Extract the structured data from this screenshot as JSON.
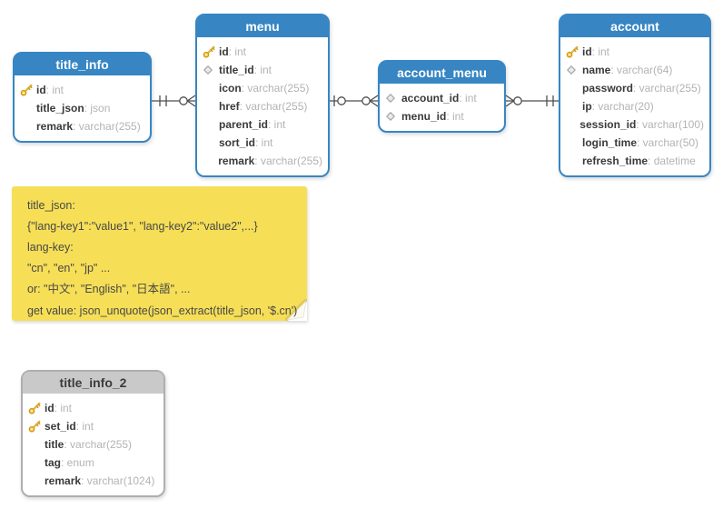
{
  "app": {
    "view": "er-diagram-canvas"
  },
  "colors": {
    "entity_header_blue": "#3786c3",
    "entity_header_gray": "#c9c9c9",
    "note_yellow": "#f6df57",
    "key_icon_gold": "#f7cb4a",
    "relationship_line": "#4d4d4d"
  },
  "tables": [
    {
      "id": "title_info",
      "name": "title_info",
      "style": "blue",
      "fields": [
        {
          "icon": "key-icon",
          "name": "id",
          "type": "int"
        },
        {
          "icon": "",
          "name": "title_json",
          "type": "json"
        },
        {
          "icon": "",
          "name": "remark",
          "type": "varchar(255)"
        }
      ]
    },
    {
      "id": "menu",
      "name": "menu",
      "style": "blue",
      "fields": [
        {
          "icon": "key-icon",
          "name": "id",
          "type": "int"
        },
        {
          "icon": "diamond-icon",
          "name": "title_id",
          "type": "int"
        },
        {
          "icon": "",
          "name": "icon",
          "type": "varchar(255)"
        },
        {
          "icon": "",
          "name": "href",
          "type": "varchar(255)"
        },
        {
          "icon": "",
          "name": "parent_id",
          "type": "int"
        },
        {
          "icon": "",
          "name": "sort_id",
          "type": "int"
        },
        {
          "icon": "",
          "name": "remark",
          "type": "varchar(255)"
        }
      ]
    },
    {
      "id": "account_menu",
      "name": "account_menu",
      "style": "blue",
      "fields": [
        {
          "icon": "diamond-icon",
          "name": "account_id",
          "type": "int"
        },
        {
          "icon": "diamond-icon",
          "name": "menu_id",
          "type": "int"
        }
      ]
    },
    {
      "id": "account",
      "name": "account",
      "style": "blue",
      "fields": [
        {
          "icon": "key-icon",
          "name": "id",
          "type": "int"
        },
        {
          "icon": "diamond-icon",
          "name": "name",
          "type": "varchar(64)"
        },
        {
          "icon": "",
          "name": "password",
          "type": "varchar(255)"
        },
        {
          "icon": "",
          "name": "ip",
          "type": "varchar(20)"
        },
        {
          "icon": "",
          "name": "session_id",
          "type": "varchar(100)"
        },
        {
          "icon": "",
          "name": "login_time",
          "type": "varchar(50)"
        },
        {
          "icon": "",
          "name": "refresh_time",
          "type": "datetime"
        }
      ]
    },
    {
      "id": "title_info_2",
      "name": "title_info_2",
      "style": "gray",
      "fields": [
        {
          "icon": "key-icon",
          "name": "id",
          "type": "int"
        },
        {
          "icon": "key-icon",
          "name": "set_id",
          "type": "int"
        },
        {
          "icon": "",
          "name": "title",
          "type": "varchar(255)"
        },
        {
          "icon": "",
          "name": "tag",
          "type": "enum"
        },
        {
          "icon": "",
          "name": "remark",
          "type": "varchar(1024)"
        }
      ]
    }
  ],
  "relationships": [
    {
      "from": "title_info",
      "to": "menu",
      "from_end": "one-and-only-one",
      "to_end": "zero-or-many"
    },
    {
      "from": "menu",
      "to": "account_menu",
      "from_end": "zero-or-one",
      "to_end": "zero-or-many"
    },
    {
      "from": "account_menu",
      "to": "account",
      "from_end": "zero-or-many",
      "to_end": "one-and-only-one"
    }
  ],
  "note": {
    "lines": [
      "title_json:",
      "{\"lang-key1\":\"value1\", \"lang-key2\":\"value2\",...}",
      "lang-key:",
      "\"cn\", \"en\", \"jp\" ...",
      "or: \"中文\", \"English\", \"日本語\", ...",
      "get value: json_unquote(json_extract(title_json, '$.cn')"
    ]
  }
}
